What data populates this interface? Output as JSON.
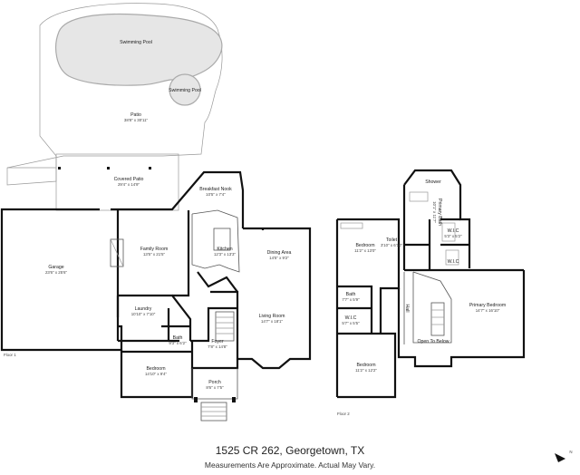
{
  "floor1": {
    "label": "Floor 1",
    "rooms": [
      {
        "key": "pool1",
        "name": "Swimming Pool",
        "dim": ""
      },
      {
        "key": "pool2",
        "name": "Swimming Pool",
        "dim": ""
      },
      {
        "key": "patio",
        "name": "Patio",
        "dim": "38'8\" x 30'11\""
      },
      {
        "key": "covered",
        "name": "Covered Patio",
        "dim": "29'4\" x 14'9\""
      },
      {
        "key": "garage",
        "name": "Garage",
        "dim": "23'6\" x 25'6\""
      },
      {
        "key": "family",
        "name": "Family Room",
        "dim": "13'5\" x 21'5\""
      },
      {
        "key": "nook",
        "name": "Breakfast Nook",
        "dim": "10'5\" x 7'4\""
      },
      {
        "key": "kitchen",
        "name": "Kitchen",
        "dim": "12'3\" x 13'3\""
      },
      {
        "key": "dining",
        "name": "Dining Area",
        "dim": "14'5\" x 9'2\""
      },
      {
        "key": "living",
        "name": "Living Room",
        "dim": "14'7\" x 18'1\""
      },
      {
        "key": "laundry",
        "name": "Laundry",
        "dim": "10'10\" x 7'10\""
      },
      {
        "key": "bath1",
        "name": "Bath",
        "dim": "9'3\" x 6'2\""
      },
      {
        "key": "foyer",
        "name": "Foyer",
        "dim": "7'8\" x 14'8\""
      },
      {
        "key": "bedroom1",
        "name": "Bedroom",
        "dim": "14'10\" x 9'4\""
      },
      {
        "key": "porch",
        "name": "Porch",
        "dim": "8'6\" x 7'5\""
      }
    ]
  },
  "floor2": {
    "label": "Floor 2",
    "rooms": [
      {
        "key": "shower",
        "name": "Shower",
        "dim": ""
      },
      {
        "key": "pbath",
        "name": "Primary Bath",
        "dim": "10'1\" x 11'7\""
      },
      {
        "key": "wic1",
        "name": "W.I.C",
        "dim": "5'3\" x 5'2\""
      },
      {
        "key": "wic2",
        "name": "W.I.C",
        "dim": ""
      },
      {
        "key": "bedroom2",
        "name": "Bedroom",
        "dim": "11'2\" x 13'0\""
      },
      {
        "key": "toilet",
        "name": "Toilet",
        "dim": "3'10\" x 6'10\""
      },
      {
        "key": "bath2",
        "name": "Bath",
        "dim": "7'7\" x 5'9\""
      },
      {
        "key": "wic3",
        "name": "W.I.C",
        "dim": "5'7\" x 5'5\""
      },
      {
        "key": "hall",
        "name": "Hall",
        "dim": ""
      },
      {
        "key": "primary",
        "name": "Primary Bedroom",
        "dim": "14'7\" x 16'10\""
      },
      {
        "key": "open",
        "name": "Open To Below",
        "dim": ""
      },
      {
        "key": "bedroom3",
        "name": "Bedroom",
        "dim": "11'2\" x 12'2\""
      }
    ]
  },
  "footer": {
    "address": "1525 CR 262, Georgetown, TX",
    "disclaimer": "Measurements Are Approximate. Actual May Vary."
  },
  "compass": {
    "label": "N"
  }
}
